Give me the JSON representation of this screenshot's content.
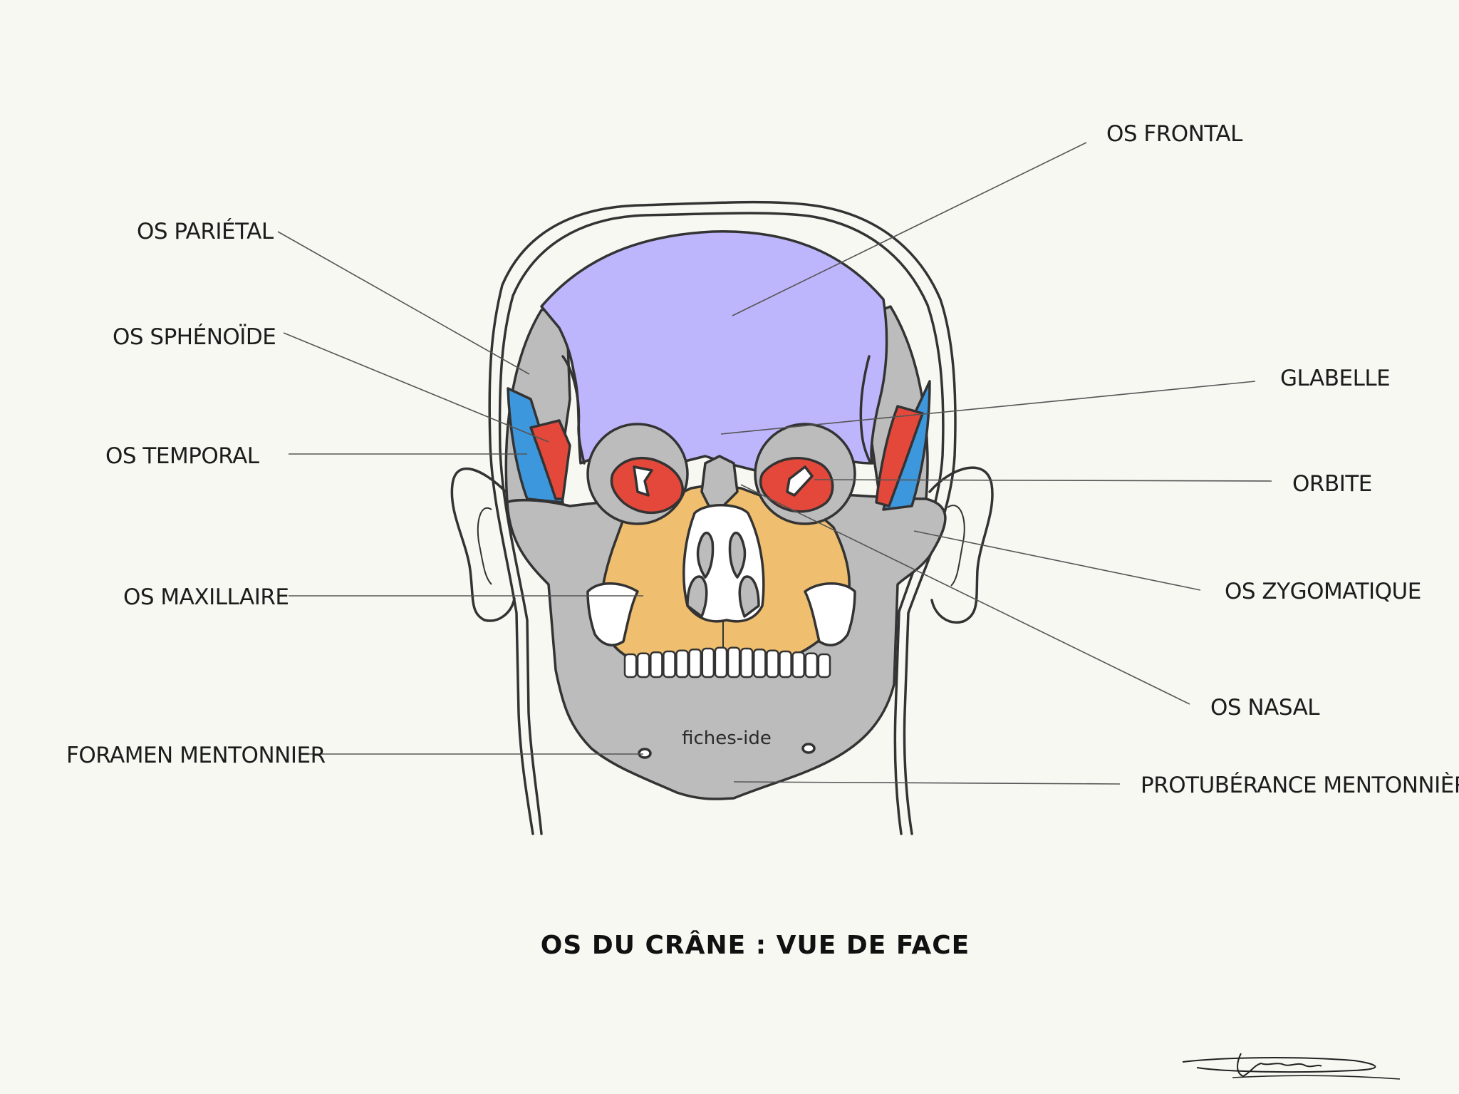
{
  "diagram": {
    "title": "OS DU CRÂNE : VUE DE FACE",
    "watermark": "fiches-ide",
    "signature": "Léonie",
    "colors": {
      "frontal": "#bdb6fc",
      "gray_bone": "#bcbcbc",
      "red_bone": "#e4483a",
      "blue_bone": "#3d97dc",
      "maxillary": "#efbf6f",
      "white": "#ffffff",
      "ink": "#333333"
    },
    "labels": {
      "frontal": "OS FRONTAL",
      "parietal": "OS PARIÉTAL",
      "sphenoid": "OS SPHÉNOÏDE",
      "temporal": "OS TEMPORAL",
      "maxillary": "OS MAXILLAIRE",
      "mental_foramen": "FORAMEN MENTONNIER",
      "glabella": "GLABELLE",
      "orbit": "ORBITE",
      "zygomatic": "OS ZYGOMATIQUE",
      "nasal": "OS NASAL",
      "mental_protuberance": "PROTUBÉRANCE MENTONNIÈRE"
    }
  }
}
